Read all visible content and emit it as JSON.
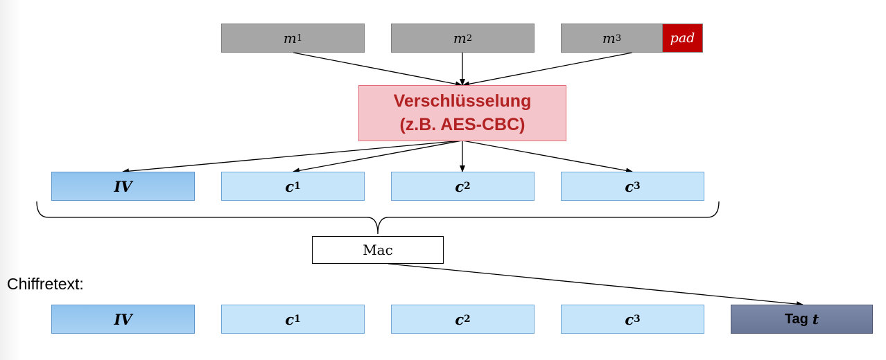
{
  "plaintext_blocks": [
    {
      "base": "m",
      "sub": "1"
    },
    {
      "base": "m",
      "sub": "2"
    },
    {
      "base": "m",
      "sub": "3"
    }
  ],
  "pad_label": "pad",
  "encryption": {
    "line1": "Verschlüsselung",
    "line2": "(z.B. AES-CBC)"
  },
  "encrypted_row": {
    "iv": "IV",
    "blocks": [
      {
        "base": "c",
        "sub": "1"
      },
      {
        "base": "c",
        "sub": "2"
      },
      {
        "base": "c",
        "sub": "3"
      }
    ]
  },
  "mac_label": "Mac",
  "ciphertext_label": "Chiffretext:",
  "ciphertext_row": {
    "iv": "IV",
    "blocks": [
      {
        "base": "c",
        "sub": "1"
      },
      {
        "base": "c",
        "sub": "2"
      },
      {
        "base": "c",
        "sub": "3"
      }
    ],
    "tag_label": "Tag",
    "tag_var": "t"
  },
  "colors": {
    "plaintext": "#a6a6a6",
    "pad": "#c00000",
    "encryption_fill": "#f4c6cc",
    "encryption_text": "#b22222",
    "iv": "#8fc3ee",
    "ciphertext": "#c6e5fa",
    "tag": "#7d89a8"
  }
}
